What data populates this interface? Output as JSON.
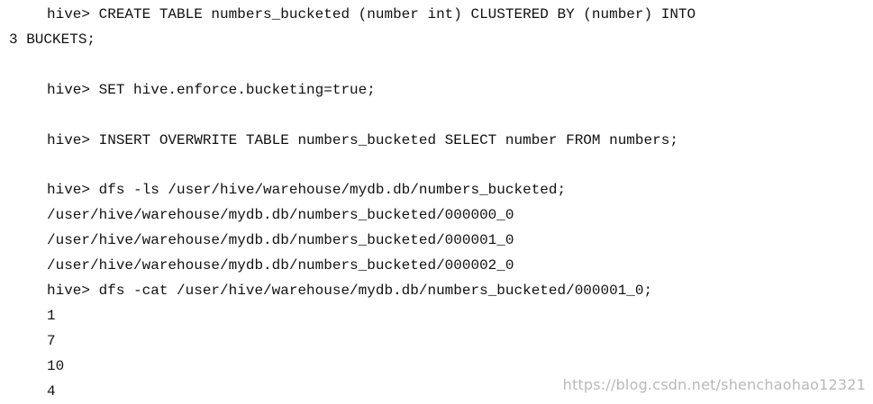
{
  "lines": [
    "hive> CREATE TABLE numbers_bucketed (number int) CLUSTERED BY (number) INTO",
    "3 BUCKETS;",
    "hive> SET hive.enforce.bucketing=true;",
    "hive> INSERT OVERWRITE TABLE numbers_bucketed SELECT number FROM numbers;",
    "hive> dfs -ls /user/hive/warehouse/mydb.db/numbers_bucketed;",
    "/user/hive/warehouse/mydb.db/numbers_bucketed/000000_0",
    "/user/hive/warehouse/mydb.db/numbers_bucketed/000001_0",
    "/user/hive/warehouse/mydb.db/numbers_bucketed/000002_0",
    "hive> dfs -cat /user/hive/warehouse/mydb.db/numbers_bucketed/000001_0;",
    "1",
    "7",
    "10",
    "4"
  ],
  "watermark": "https://blog.csdn.net/shenchaohao12321"
}
